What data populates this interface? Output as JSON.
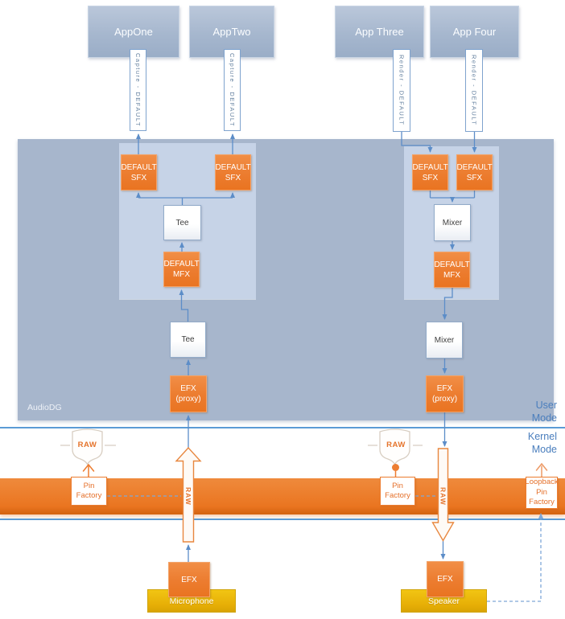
{
  "diagram": {
    "apps": [
      "AppOne",
      "AppTwo",
      "App Three",
      "App Four"
    ],
    "streams": [
      "Capture - DEFAULT",
      "Capture - DEFAULT",
      "Render - DEFAULT",
      "Render - DEFAULT"
    ],
    "audiodg_label": "AudioDG",
    "mode_labels": {
      "user": "User Mode",
      "kernel": "Kernel Mode"
    },
    "nodes": {
      "sfx": "DEFAULT SFX",
      "mfx": "DEFAULT MFX",
      "tee": "Tee",
      "mixer": "Mixer",
      "efx_proxy": "EFX (proxy)",
      "efx": "EFX"
    },
    "kernel": {
      "raw_mode_badge": "RAW",
      "raw_stream": "RAW",
      "pin_factory": "Pin Factory",
      "loopback_pin_factory": "Loopback Pin Factory"
    },
    "devices": {
      "microphone": "Microphone",
      "speaker": "Speaker"
    },
    "colors": {
      "accent_orange": "#ED7D31",
      "region_blue_gray": "#A7B6CC",
      "inner_region_blue": "#C6D3E7",
      "app_blue_gray": "#A6B7CE",
      "gold_device": "#E6AE06",
      "divider_blue": "#5B9BD5",
      "wire_blue": "#5C8DC8",
      "mode_text_blue": "#4A7EBD"
    }
  }
}
